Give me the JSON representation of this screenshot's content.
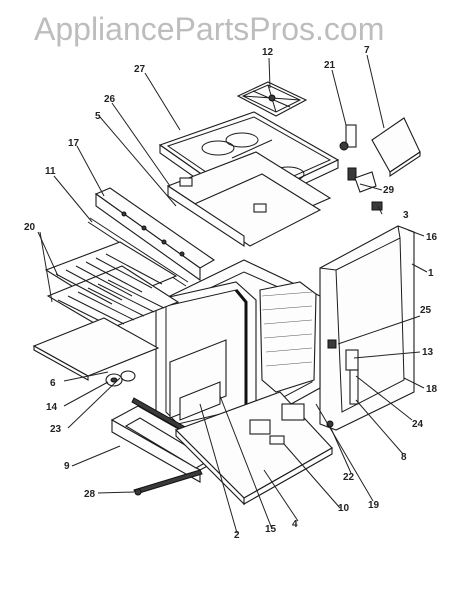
{
  "watermark": "AppliancePartsPros.com",
  "callouts": {
    "c1": "1",
    "c2": "2",
    "c3": "3",
    "c4": "4",
    "c5": "5",
    "c6": "6",
    "c7": "7",
    "c8": "8",
    "c9": "9",
    "c10": "10",
    "c11": "11",
    "c12": "12",
    "c13": "13",
    "c14": "14",
    "c15": "15",
    "c16": "16",
    "c17": "17",
    "c18": "18",
    "c19": "19",
    "c20": "20",
    "c21": "21",
    "c22": "22",
    "c23": "23",
    "c24": "24",
    "c25": "25",
    "c26": "26",
    "c27": "27",
    "c28": "28",
    "c29": "29"
  }
}
